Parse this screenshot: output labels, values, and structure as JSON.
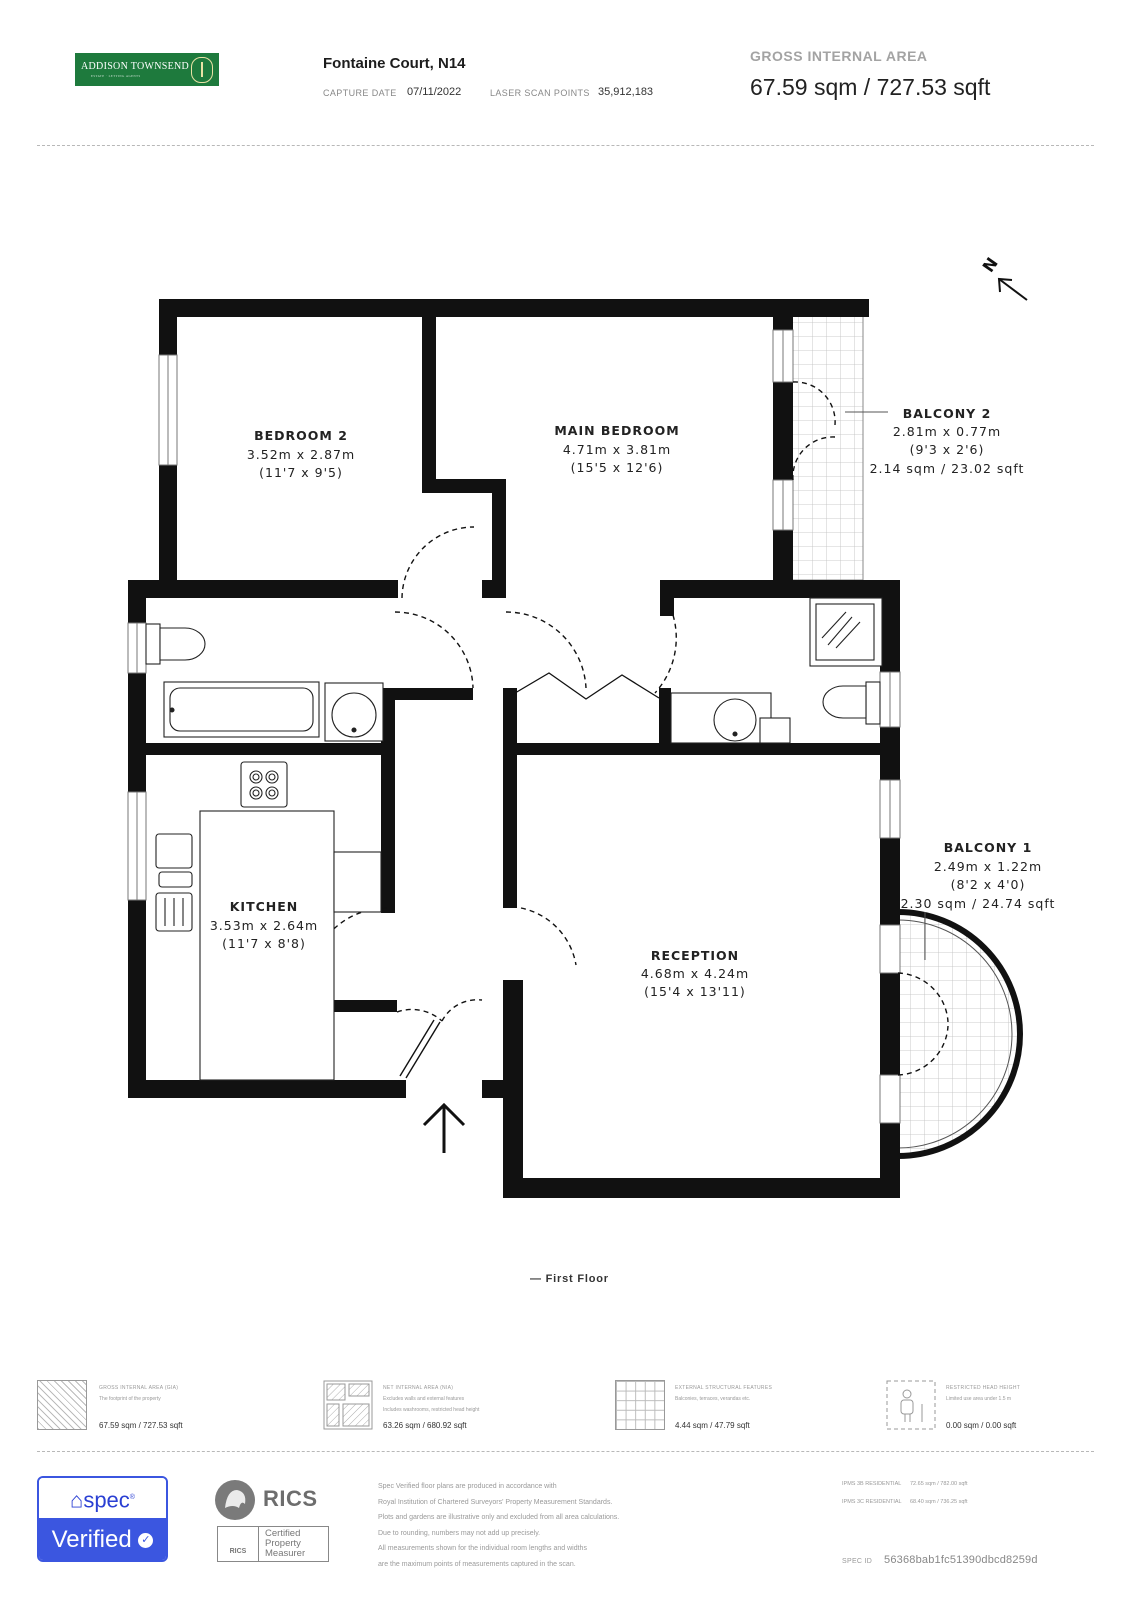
{
  "header": {
    "logo_text": "ADDISON TOWNSEND",
    "logo_subtext": "ESTATE · LETTING AGENTS",
    "address": "Fontaine Court, N14",
    "capture_date_label": "CAPTURE DATE",
    "capture_date": "07/11/2022",
    "scan_points_label": "LASER SCAN POINTS",
    "scan_points": "35,912,183",
    "gia_label": "GROSS INTERNAL AREA",
    "gia_value": "67.59 sqm / 727.53 sqft"
  },
  "rooms": [
    {
      "name": "BEDROOM 2",
      "dims": "3.52m x 2.87m",
      "imperial": "(11'7 x 9'5)"
    },
    {
      "name": "MAIN BEDROOM",
      "dims": "4.71m x 3.81m",
      "imperial": "(15'5 x 12'6)"
    },
    {
      "name": "BALCONY 2",
      "dims": "2.81m x 0.77m",
      "imperial": "(9'3 x 2'6)",
      "area": "2.14 sqm / 23.02 sqft"
    },
    {
      "name": "BALCONY 1",
      "dims": "2.49m x 1.22m",
      "imperial": "(8'2 x 4'0)",
      "area": "2.30 sqm / 24.74 sqft"
    },
    {
      "name": "KITCHEN",
      "dims": "3.53m x 2.64m",
      "imperial": "(11'7 x 8'8)"
    },
    {
      "name": "RECEPTION",
      "dims": "4.68m x 4.24m",
      "imperial": "(15'4 x 13'11)"
    }
  ],
  "compass_label": "N",
  "floor_label": "— First Floor",
  "legend": [
    {
      "title": "GROSS INTERNAL AREA (GIA)",
      "desc": [
        "The footprint of the property"
      ],
      "value": "67.59 sqm / 727.53 sqft",
      "icon": "gia-hatch-icon"
    },
    {
      "title": "NET INTERNAL AREA (NIA)",
      "desc": [
        "Excludes walls and external features",
        "Includes washrooms, restricted head height"
      ],
      "value": "63.26 sqm / 680.92 sqft",
      "icon": "nia-rooms-icon"
    },
    {
      "title": "EXTERNAL STRUCTURAL FEATURES",
      "desc": [
        "Balconies, terraces, verandas etc."
      ],
      "value": "4.44 sqm / 47.79 sqft",
      "icon": "grid-icon"
    },
    {
      "title": "RESTRICTED HEAD HEIGHT",
      "desc": [
        "Limited use area under 1.5 m"
      ],
      "value": "0.00 sqm / 0.00 sqft",
      "icon": "person-icon"
    }
  ],
  "footer": {
    "spec_word": "spec",
    "verified_word": "Verified",
    "rics_word": "RICS",
    "rics_mini": "RICS",
    "rics_certified": [
      "Certified",
      "Property",
      "Measurer"
    ],
    "disclaimer": [
      "Spec Verified floor plans are produced in accordance with",
      "Royal Institution of Chartered Surveyors' Property Measurement Standards.",
      "Plots and gardens are illustrative only and excluded from all area calculations.",
      "Due to rounding, numbers may not add up precisely.",
      "All measurements shown for the individual room lengths and widths",
      "are the maximum points of measurements captured in the scan."
    ],
    "ipms1_label": "IPMS 3B RESIDENTIAL",
    "ipms1_value": "72.65 sqm / 782.00 sqft",
    "ipms2_label": "IPMS 3C RESIDENTIAL",
    "ipms2_value": "68.40 sqm / 736.25 sqft",
    "spec_id_label": "SPEC ID",
    "spec_id": "56368bab1fc51390dbcd8259d"
  },
  "colors": {
    "logo_green": "#1e7a3d",
    "spec_blue": "#3b56e0",
    "wall": "#111111"
  }
}
